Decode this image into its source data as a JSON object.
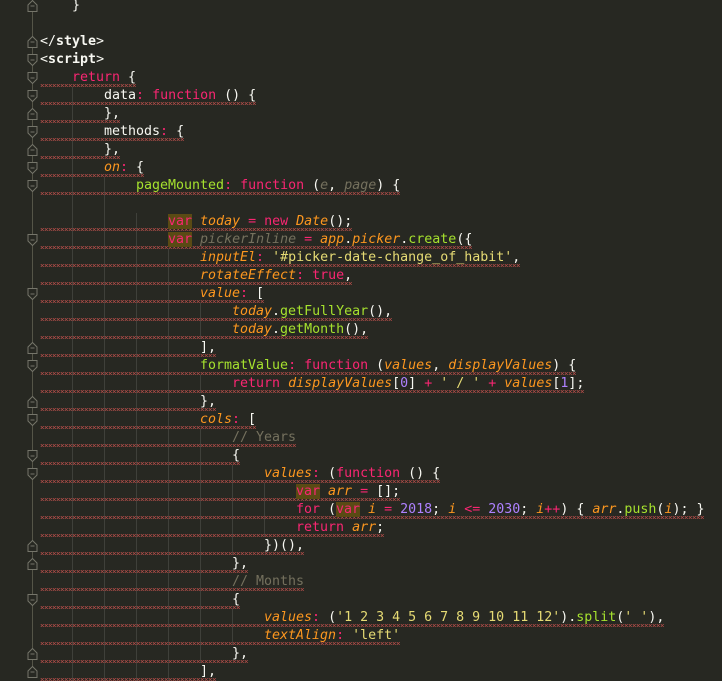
{
  "editor": {
    "theme_colors": {
      "background": "#272822",
      "keyword": "#f92672",
      "property": "#fd971f",
      "function": "#a6e22e",
      "string": "#e6db74",
      "number": "#ae81ff",
      "comment": "#75715e",
      "error_squiggle": "#c0504d"
    },
    "lines": [
      {
        "indent": 1,
        "tokens": [
          {
            "t": "}",
            "c": "pun"
          }
        ]
      },
      {
        "indent": 0,
        "tokens": []
      },
      {
        "indent": 0,
        "tokens": [
          {
            "t": "</",
            "c": "pun"
          },
          {
            "t": "style",
            "c": "tag"
          },
          {
            "t": ">",
            "c": "pun"
          }
        ]
      },
      {
        "indent": 0,
        "tokens": [
          {
            "t": "<",
            "c": "pun"
          },
          {
            "t": "script",
            "c": "tag"
          },
          {
            "t": ">",
            "c": "pun"
          }
        ]
      },
      {
        "indent": 1,
        "tokens": [
          {
            "t": "return",
            "c": "kw"
          },
          {
            "t": " {",
            "c": "pun"
          }
        ]
      },
      {
        "indent": 2,
        "tokens": [
          {
            "t": "data",
            "c": "pun"
          },
          {
            "t": ":",
            "c": "kw"
          },
          {
            "t": " ",
            "c": "pun"
          },
          {
            "t": "function",
            "c": "kw"
          },
          {
            "t": " () {",
            "c": "pun"
          }
        ]
      },
      {
        "indent": 2,
        "tokens": [
          {
            "t": "},",
            "c": "pun"
          }
        ]
      },
      {
        "indent": 2,
        "tokens": [
          {
            "t": "methods",
            "c": "pun"
          },
          {
            "t": ":",
            "c": "kw"
          },
          {
            "t": " {",
            "c": "pun"
          }
        ]
      },
      {
        "indent": 2,
        "tokens": [
          {
            "t": "},",
            "c": "pun"
          }
        ]
      },
      {
        "indent": 2,
        "tokens": [
          {
            "t": "on",
            "c": "prop"
          },
          {
            "t": ":",
            "c": "kw"
          },
          {
            "t": " {",
            "c": "pun"
          }
        ]
      },
      {
        "indent": 3,
        "tokens": [
          {
            "t": "pageMounted",
            "c": "fn"
          },
          {
            "t": ":",
            "c": "kw"
          },
          {
            "t": " ",
            "c": "pun"
          },
          {
            "t": "function",
            "c": "kw"
          },
          {
            "t": " (",
            "c": "pun"
          },
          {
            "t": "e",
            "c": "unused"
          },
          {
            "t": ", ",
            "c": "pun"
          },
          {
            "t": "page",
            "c": "unused"
          },
          {
            "t": ") {",
            "c": "pun"
          }
        ]
      },
      {
        "indent": 0,
        "tokens": []
      },
      {
        "indent": 4,
        "tokens": [
          {
            "t": "var",
            "c": "kw hl"
          },
          {
            "t": " ",
            "c": "pun"
          },
          {
            "t": "today",
            "c": "var"
          },
          {
            "t": " = ",
            "c": "kw"
          },
          {
            "t": "new",
            "c": "kw"
          },
          {
            "t": " ",
            "c": "pun"
          },
          {
            "t": "Date",
            "c": "var"
          },
          {
            "t": "();",
            "c": "pun"
          }
        ]
      },
      {
        "indent": 4,
        "tokens": [
          {
            "t": "var",
            "c": "kw hl"
          },
          {
            "t": " ",
            "c": "pun"
          },
          {
            "t": "pickerInline",
            "c": "unused"
          },
          {
            "t": " = ",
            "c": "kw"
          },
          {
            "t": "app",
            "c": "var"
          },
          {
            "t": ".",
            "c": "pun"
          },
          {
            "t": "picker",
            "c": "var"
          },
          {
            "t": ".",
            "c": "pun"
          },
          {
            "t": "create",
            "c": "fn"
          },
          {
            "t": "({",
            "c": "pun"
          }
        ]
      },
      {
        "indent": 5,
        "tokens": [
          {
            "t": "inputEl",
            "c": "prop"
          },
          {
            "t": ":",
            "c": "kw"
          },
          {
            "t": " ",
            "c": "pun"
          },
          {
            "t": "'#picker-date-change_of_habit'",
            "c": "str"
          },
          {
            "t": ",",
            "c": "pun"
          }
        ]
      },
      {
        "indent": 5,
        "tokens": [
          {
            "t": "rotateEffect",
            "c": "prop"
          },
          {
            "t": ":",
            "c": "kw"
          },
          {
            "t": " ",
            "c": "pun"
          },
          {
            "t": "true",
            "c": "kw"
          },
          {
            "t": ",",
            "c": "pun"
          }
        ]
      },
      {
        "indent": 5,
        "tokens": [
          {
            "t": "value",
            "c": "prop"
          },
          {
            "t": ":",
            "c": "kw"
          },
          {
            "t": " [",
            "c": "pun"
          }
        ]
      },
      {
        "indent": 6,
        "tokens": [
          {
            "t": "today",
            "c": "var"
          },
          {
            "t": ".",
            "c": "pun"
          },
          {
            "t": "getFullYear",
            "c": "fn"
          },
          {
            "t": "(),",
            "c": "pun"
          }
        ]
      },
      {
        "indent": 6,
        "tokens": [
          {
            "t": "today",
            "c": "var"
          },
          {
            "t": ".",
            "c": "pun"
          },
          {
            "t": "getMonth",
            "c": "fn"
          },
          {
            "t": "(),",
            "c": "pun"
          }
        ]
      },
      {
        "indent": 5,
        "tokens": [
          {
            "t": "],",
            "c": "pun"
          }
        ]
      },
      {
        "indent": 5,
        "tokens": [
          {
            "t": "formatValue",
            "c": "fn"
          },
          {
            "t": ":",
            "c": "kw"
          },
          {
            "t": " ",
            "c": "pun"
          },
          {
            "t": "function",
            "c": "kw"
          },
          {
            "t": " (",
            "c": "pun"
          },
          {
            "t": "values",
            "c": "param"
          },
          {
            "t": ", ",
            "c": "pun"
          },
          {
            "t": "displayValues",
            "c": "param"
          },
          {
            "t": ") {",
            "c": "pun"
          }
        ]
      },
      {
        "indent": 6,
        "tokens": [
          {
            "t": "return",
            "c": "kw"
          },
          {
            "t": " ",
            "c": "pun"
          },
          {
            "t": "displayValues",
            "c": "var"
          },
          {
            "t": "[",
            "c": "pun"
          },
          {
            "t": "0",
            "c": "num"
          },
          {
            "t": "] ",
            "c": "pun"
          },
          {
            "t": "+",
            "c": "kw"
          },
          {
            "t": " ",
            "c": "pun"
          },
          {
            "t": "' / '",
            "c": "str"
          },
          {
            "t": " ",
            "c": "pun"
          },
          {
            "t": "+",
            "c": "kw"
          },
          {
            "t": " ",
            "c": "pun"
          },
          {
            "t": "values",
            "c": "var"
          },
          {
            "t": "[",
            "c": "pun"
          },
          {
            "t": "1",
            "c": "num"
          },
          {
            "t": "];",
            "c": "pun"
          }
        ]
      },
      {
        "indent": 5,
        "tokens": [
          {
            "t": "},",
            "c": "pun"
          }
        ]
      },
      {
        "indent": 5,
        "tokens": [
          {
            "t": "cols",
            "c": "prop"
          },
          {
            "t": ":",
            "c": "kw"
          },
          {
            "t": " [",
            "c": "pun"
          }
        ]
      },
      {
        "indent": 6,
        "tokens": [
          {
            "t": "// Years",
            "c": "com"
          }
        ]
      },
      {
        "indent": 6,
        "tokens": [
          {
            "t": "{",
            "c": "pun"
          }
        ]
      },
      {
        "indent": 7,
        "tokens": [
          {
            "t": "values",
            "c": "prop"
          },
          {
            "t": ":",
            "c": "kw"
          },
          {
            "t": " (",
            "c": "pun"
          },
          {
            "t": "function",
            "c": "kw"
          },
          {
            "t": " () {",
            "c": "pun"
          }
        ]
      },
      {
        "indent": 8,
        "tokens": [
          {
            "t": "var",
            "c": "kw hl"
          },
          {
            "t": " ",
            "c": "pun"
          },
          {
            "t": "arr",
            "c": "var"
          },
          {
            "t": " = ",
            "c": "kw"
          },
          {
            "t": "[];",
            "c": "pun"
          }
        ]
      },
      {
        "indent": 8,
        "tokens": [
          {
            "t": "for",
            "c": "kw"
          },
          {
            "t": " (",
            "c": "pun"
          },
          {
            "t": "var",
            "c": "kw hl"
          },
          {
            "t": " ",
            "c": "pun"
          },
          {
            "t": "i",
            "c": "var"
          },
          {
            "t": " = ",
            "c": "kw"
          },
          {
            "t": "2018",
            "c": "num"
          },
          {
            "t": "; ",
            "c": "pun"
          },
          {
            "t": "i",
            "c": "var"
          },
          {
            "t": " <= ",
            "c": "kw"
          },
          {
            "t": "2030",
            "c": "num"
          },
          {
            "t": "; ",
            "c": "pun"
          },
          {
            "t": "i",
            "c": "var"
          },
          {
            "t": "++",
            "c": "kw"
          },
          {
            "t": ") { ",
            "c": "pun"
          },
          {
            "t": "arr",
            "c": "var"
          },
          {
            "t": ".",
            "c": "pun"
          },
          {
            "t": "push",
            "c": "fn"
          },
          {
            "t": "(",
            "c": "pun"
          },
          {
            "t": "i",
            "c": "var"
          },
          {
            "t": "); }",
            "c": "pun"
          }
        ]
      },
      {
        "indent": 8,
        "tokens": [
          {
            "t": "return",
            "c": "kw"
          },
          {
            "t": " ",
            "c": "pun"
          },
          {
            "t": "arr",
            "c": "var"
          },
          {
            "t": ";",
            "c": "pun"
          }
        ]
      },
      {
        "indent": 7,
        "tokens": [
          {
            "t": "})(),",
            "c": "pun"
          }
        ]
      },
      {
        "indent": 6,
        "tokens": [
          {
            "t": "},",
            "c": "pun"
          }
        ]
      },
      {
        "indent": 6,
        "tokens": [
          {
            "t": "// Months",
            "c": "com"
          }
        ]
      },
      {
        "indent": 6,
        "tokens": [
          {
            "t": "{",
            "c": "pun"
          }
        ]
      },
      {
        "indent": 7,
        "tokens": [
          {
            "t": "values",
            "c": "prop"
          },
          {
            "t": ":",
            "c": "kw"
          },
          {
            "t": " (",
            "c": "pun"
          },
          {
            "t": "'1 2 3 4 5 6 7 8 9 10 11 12'",
            "c": "str"
          },
          {
            "t": ").",
            "c": "pun"
          },
          {
            "t": "split",
            "c": "fn"
          },
          {
            "t": "(",
            "c": "pun"
          },
          {
            "t": "' '",
            "c": "str"
          },
          {
            "t": "),",
            "c": "pun"
          }
        ]
      },
      {
        "indent": 7,
        "tokens": [
          {
            "t": "textAlign",
            "c": "prop"
          },
          {
            "t": ":",
            "c": "kw"
          },
          {
            "t": " ",
            "c": "pun"
          },
          {
            "t": "'left'",
            "c": "str"
          }
        ]
      },
      {
        "indent": 6,
        "tokens": [
          {
            "t": "},",
            "c": "pun"
          }
        ]
      },
      {
        "indent": 5,
        "tokens": [
          {
            "t": "],",
            "c": "pun"
          }
        ]
      }
    ],
    "squiggle_lines": [
      4,
      5,
      6,
      7,
      8,
      9,
      10,
      12,
      13,
      14,
      15,
      16,
      17,
      18,
      19,
      20,
      21,
      22,
      23,
      24,
      25,
      26,
      27,
      28,
      29,
      30,
      31,
      32,
      33,
      34,
      35,
      36,
      37
    ],
    "fold_markers": [
      {
        "line": 0,
        "type": "end"
      },
      {
        "line": 2,
        "type": "end"
      },
      {
        "line": 3,
        "type": "start"
      },
      {
        "line": 4,
        "type": "start"
      },
      {
        "line": 5,
        "type": "start"
      },
      {
        "line": 6,
        "type": "end"
      },
      {
        "line": 7,
        "type": "start"
      },
      {
        "line": 8,
        "type": "end"
      },
      {
        "line": 9,
        "type": "start"
      },
      {
        "line": 10,
        "type": "start"
      },
      {
        "line": 13,
        "type": "start"
      },
      {
        "line": 16,
        "type": "start"
      },
      {
        "line": 19,
        "type": "end"
      },
      {
        "line": 20,
        "type": "start"
      },
      {
        "line": 22,
        "type": "end"
      },
      {
        "line": 23,
        "type": "start"
      },
      {
        "line": 25,
        "type": "start"
      },
      {
        "line": 26,
        "type": "start"
      },
      {
        "line": 30,
        "type": "end"
      },
      {
        "line": 31,
        "type": "end"
      },
      {
        "line": 33,
        "type": "start"
      },
      {
        "line": 36,
        "type": "end"
      },
      {
        "line": 37,
        "type": "end"
      }
    ]
  }
}
